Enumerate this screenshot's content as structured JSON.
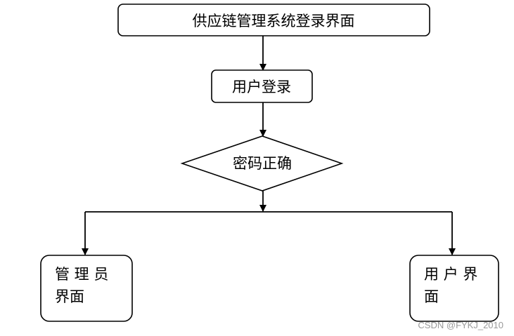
{
  "diagram": {
    "nodes": {
      "login_page": {
        "label": "供应链管理系统登录界面"
      },
      "user_login": {
        "label": "用户登录"
      },
      "password_check": {
        "label": "密码正确"
      },
      "admin_page": {
        "label_line1": "管 理 员",
        "label_line2": "界面"
      },
      "user_page": {
        "label_line1": "用 户 界",
        "label_line2": "面"
      }
    }
  },
  "watermark": {
    "text": "CSDN @FYKJ_2010"
  }
}
